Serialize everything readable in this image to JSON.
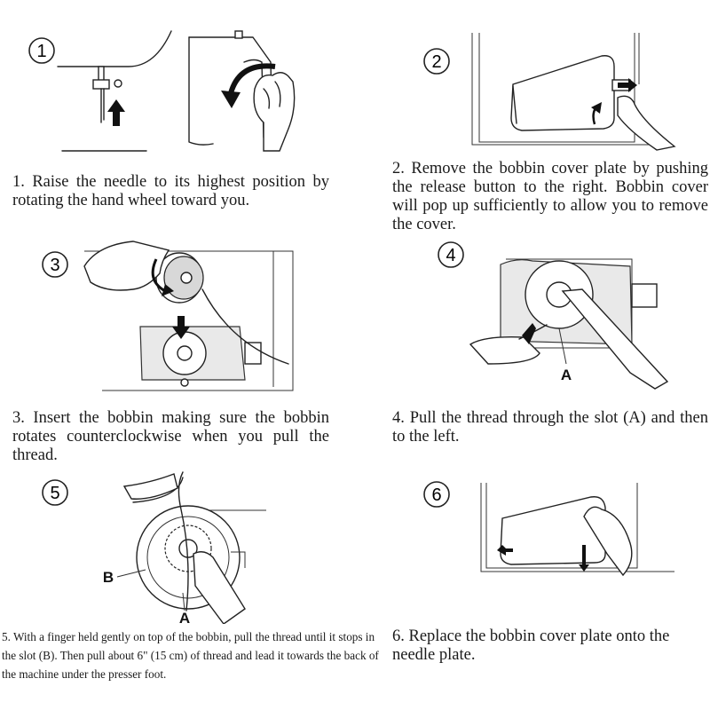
{
  "steps": [
    {
      "number": "1",
      "text": "1. Raise the needle to its highest position by rotating the hand wheel toward you."
    },
    {
      "number": "2",
      "text": "2. Remove the bobbin cover plate by pushing the release button to the right. Bobbin cover will pop up sufficiently to allow you to remove the cover."
    },
    {
      "number": "3",
      "text": "3. Insert the bobbin making sure the bobbin rotates counterclockwise when you pull the thread."
    },
    {
      "number": "4",
      "text": "4. Pull the thread through the slot (A) and then to the left."
    },
    {
      "number": "5",
      "text": "5. With a finger held gently on top of the bobbin, pull the thread until it stops in the slot (B). Then pull about 6\" (15 cm) of thread and lead it towards the back of the machine under the presser foot."
    },
    {
      "number": "6",
      "text": "6. Replace the bobbin cover plate onto the needle plate."
    }
  ],
  "labels": {
    "a": "A",
    "b": "B"
  }
}
